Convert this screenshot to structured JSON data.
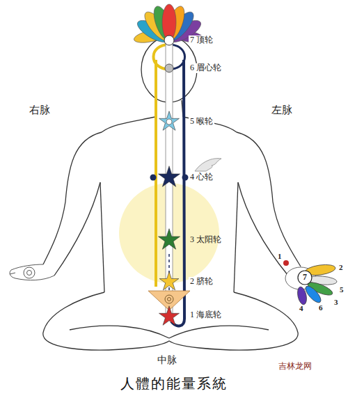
{
  "diagram": {
    "title": "人體的能量系統",
    "labels": [
      "右脉",
      "左脉",
      "7 顶轮",
      "6 眉心轮",
      "5 喉轮",
      "4 心轮",
      "3 太阳轮",
      "2 脐轮",
      "1 海底轮",
      "1",
      "2",
      "3",
      "4",
      "5",
      "6",
      "7",
      "中脉",
      "吉林龙网"
    ]
  }
}
